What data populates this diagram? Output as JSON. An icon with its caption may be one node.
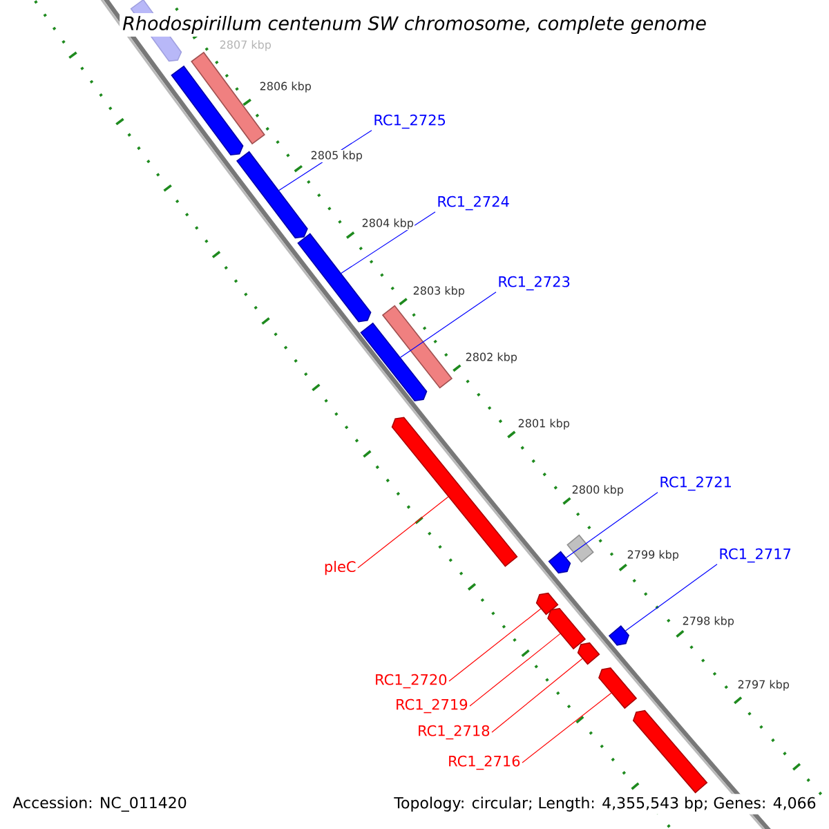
{
  "diagram": {
    "title": "Rhodospirillum centenum SW chromosome, complete genome",
    "nodes": [
      {
        "text": [
          "RC1_2725"
        ]
      },
      {
        "text": [
          "RC1_2724"
        ]
      },
      {
        "text": [
          "RC1_2723"
        ]
      },
      {
        "text": [
          "RC1_2721"
        ]
      },
      {
        "text": [
          "RC1_2717"
        ]
      },
      {
        "text": [
          "pleC"
        ]
      },
      {
        "text": [
          "RC1_2720"
        ]
      },
      {
        "text": [
          "RC1_2719"
        ]
      },
      {
        "text": [
          "RC1_2718"
        ]
      },
      {
        "text": [
          "RC1_2716"
        ]
      },
      {
        "text": [],
        "shape": "bar"
      },
      {
        "text": [],
        "shape": "bar"
      },
      {
        "text": [],
        "shape": "bar"
      },
      {
        "text": [],
        "shape": "bar"
      },
      {
        "text": [],
        "shape": "bar"
      },
      {
        "text": [],
        "shape": "bar"
      },
      {
        "text": [],
        "shape": "bar"
      },
      {
        "text": [],
        "shape": "bar"
      },
      {
        "text": [],
        "shape": "bar"
      },
      {
        "text": [],
        "shape": "bar"
      },
      {
        "text": [],
        "shape": "bar"
      },
      {
        "text": [],
        "shape": "bar"
      },
      {
        "text": [],
        "shape": "bar"
      },
      {
        "text": [],
        "shape": "bar"
      },
      {
        "text": [],
        "shape": "bar"
      },
      {
        "text": [],
        "shape": "bar"
      }
    ],
    "edges": [
      {
        "from": 0,
        "to": 13,
        "arrow": "none",
        "color": "#0000ff"
      },
      {
        "from": 1,
        "to": 14,
        "arrow": "none",
        "color": "#0000ff"
      },
      {
        "from": 2,
        "to": 16,
        "arrow": "none",
        "color": "#0000ff"
      },
      {
        "from": 3,
        "to": 19,
        "arrow": "none",
        "color": "#0000ff"
      },
      {
        "from": 4,
        "to": 22,
        "arrow": "none",
        "color": "#0000ff"
      },
      {
        "from": 5,
        "to": 17,
        "arrow": "none",
        "color": "#ff0000"
      },
      {
        "from": 6,
        "to": 20,
        "arrow": "none",
        "color": "#ff0000"
      },
      {
        "from": 7,
        "to": 21,
        "arrow": "none",
        "color": "#ff0000"
      },
      {
        "from": 8,
        "to": 23,
        "arrow": "none",
        "color": "#ff0000"
      },
      {
        "from": 9,
        "to": 24,
        "arrow": "none",
        "color": "#ff0000"
      }
    ],
    "labels": [
      "2807 kbp",
      "2806 kbp",
      "2805 kbp",
      "2804 kbp",
      "2803 kbp",
      "2802 kbp",
      "2801 kbp",
      "2800 kbp",
      "2799 kbp",
      "2798 kbp",
      "2797 kbp",
      "Accession: NC_011420",
      "Topology: circular; Length: 4,355,543 bp; Genes: 4,066"
    ]
  }
}
